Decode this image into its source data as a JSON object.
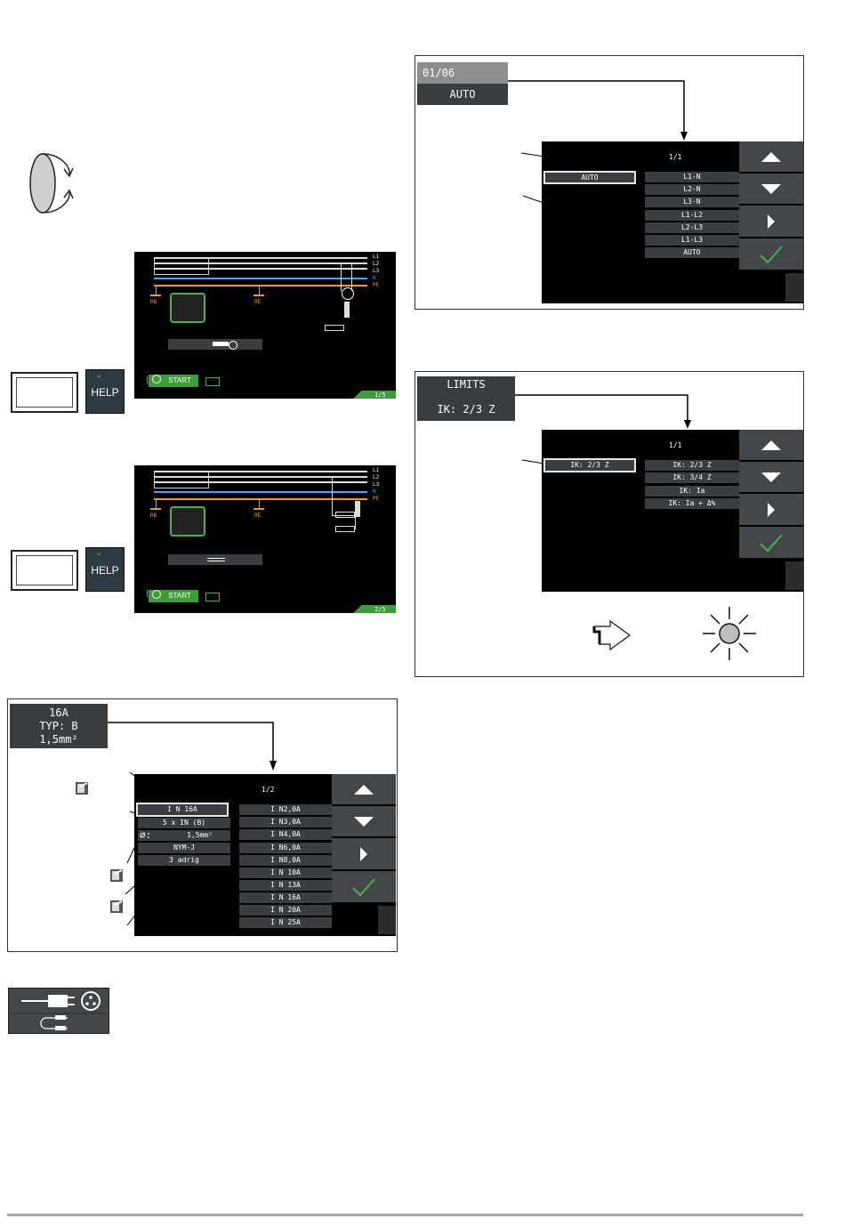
{
  "rotary_icon": "rotary-switch-icon",
  "screen1": {
    "wire_labels": [
      "L1",
      "L2",
      "L3",
      "N",
      "PE"
    ],
    "rb_label": "RB",
    "re_label": "RE",
    "start_label": "START",
    "page": "1/5"
  },
  "screen2": {
    "wire_labels": [
      "L1",
      "L2",
      "L3",
      "N",
      "PE"
    ],
    "rb_label": "RB",
    "re_label": "RE",
    "start_label": "START",
    "page": "2/5"
  },
  "help_label": "HELP",
  "panel_auto": {
    "header_top": "01/06",
    "header_bottom": "AUTO",
    "page": "1/1",
    "selected": "AUTO",
    "options": [
      "L1-N",
      "L2-N",
      "L3-N",
      "L1-L2",
      "L2-L3",
      "L1-L3",
      "AUTO"
    ]
  },
  "panel_limits": {
    "header_top": "LIMITS",
    "header_bottom": "IK: 2/3 Z",
    "page": "1/1",
    "selected": "IK: 2/3 Z",
    "options": [
      "IK: 2/3 Z",
      "IK: 3/4 Z",
      "IK: Ia",
      "IK: Ia + Δ%"
    ]
  },
  "panel_fuse": {
    "header_lines": [
      "16A",
      "TYP: B",
      "1,5mm²"
    ],
    "page": "1/2",
    "params": [
      "I N 16A",
      "5 x IN (B)",
      "1,5mm²",
      "NYM-J",
      "3   adrig"
    ],
    "options": [
      "I N2,0A",
      "I N3,0A",
      "I N4,0A",
      "I N6,0A",
      "I N8,0A",
      "I N 10A",
      "I N 13A",
      "I N 16A",
      "I N 20A",
      "I N 25A"
    ]
  },
  "colors": {
    "screen_bg": "#000000",
    "button_gray": "#43474a",
    "check_green": "#4caf50",
    "start_green": "#3e9c3a",
    "neutral_blue": "#4aa3ff",
    "pe_orange": "#e0a030"
  }
}
